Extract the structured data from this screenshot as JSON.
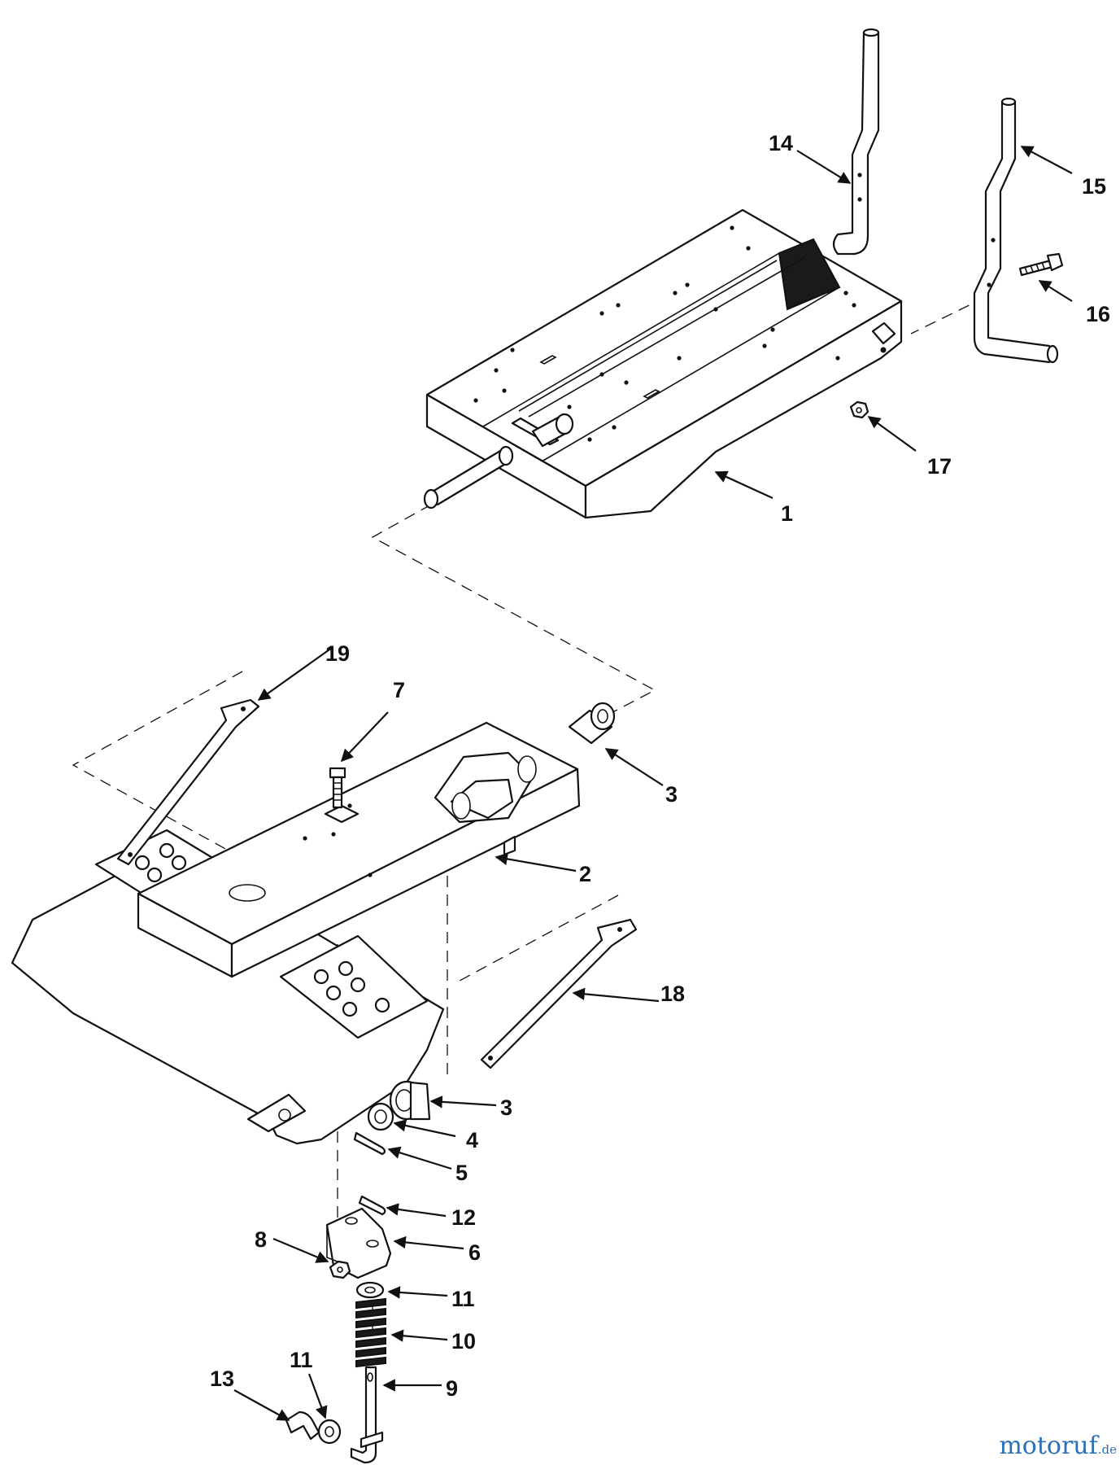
{
  "callouts": {
    "c1": "1",
    "c2": "2",
    "c3a": "3",
    "c3b": "3",
    "c4": "4",
    "c5": "5",
    "c6": "6",
    "c7": "7",
    "c8": "8",
    "c9": "9",
    "c10": "10",
    "c11a": "11",
    "c11b": "11",
    "c12": "12",
    "c13": "13",
    "c14": "14",
    "c15": "15",
    "c16": "16",
    "c17": "17",
    "c18": "18",
    "c19": "19"
  },
  "watermark": {
    "brand": "motoruf",
    "tld": ".de",
    "color": "#2b6fb7",
    "accent": "#e59b22"
  }
}
